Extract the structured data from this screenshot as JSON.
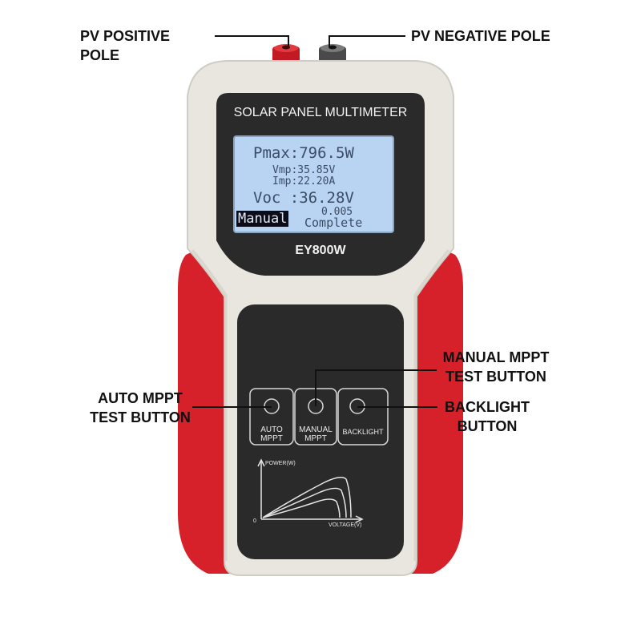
{
  "callouts": {
    "pv_positive": "PV POSITIVE POLE",
    "pv_negative": "PV NEGATIVE POLE",
    "manual_mppt_line1": "MANUAL MPPT",
    "manual_mppt_line2": "TEST BUTTON",
    "auto_mppt_line1": "AUTO MPPT",
    "auto_mppt_line2": "TEST BUTTON",
    "backlight_line1": "BACKLIGHT",
    "backlight_line2": "BUTTON"
  },
  "device": {
    "title": "SOLAR PANEL MULTIMETER",
    "model": "EY800W",
    "colors": {
      "body": "#e8e6df",
      "accent": "#d6202a",
      "panel": "#2a2a2a",
      "lcd": "#b9d3f2"
    }
  },
  "lcd": {
    "pmax": "Pmax:796.5W",
    "vmp": "Vmp:35.85V",
    "imp": "Imp:22.20A",
    "voc": "Voc :36.28V",
    "mode": "Manual",
    "value": "0.005",
    "status": "Complete"
  },
  "buttons": {
    "auto_line1": "AUTO",
    "auto_line2": "MPPT",
    "manual_line1": "MANUAL",
    "manual_line2": "MPPT",
    "backlight": "BACKLIGHT"
  },
  "graph": {
    "ylabel": "POWER(W)",
    "xlabel": "VOLTAGE(V)",
    "origin": "0"
  }
}
